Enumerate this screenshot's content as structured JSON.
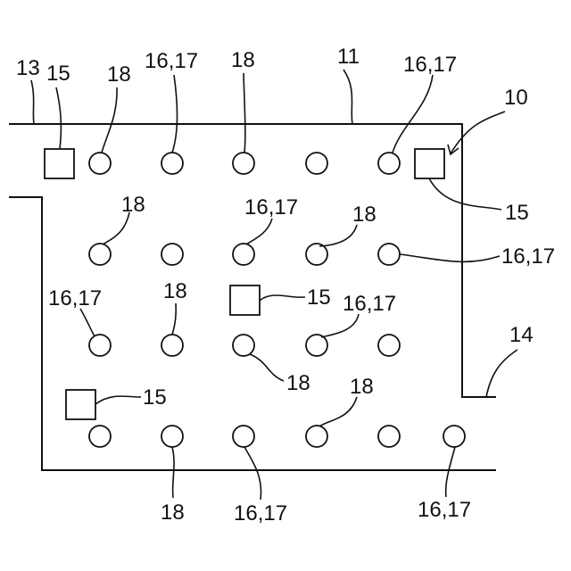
{
  "labels": {
    "l13": "13",
    "l15": "15",
    "l18": "18",
    "l16_17": "16,17",
    "l11": "11",
    "l10": "10",
    "l14": "14"
  }
}
